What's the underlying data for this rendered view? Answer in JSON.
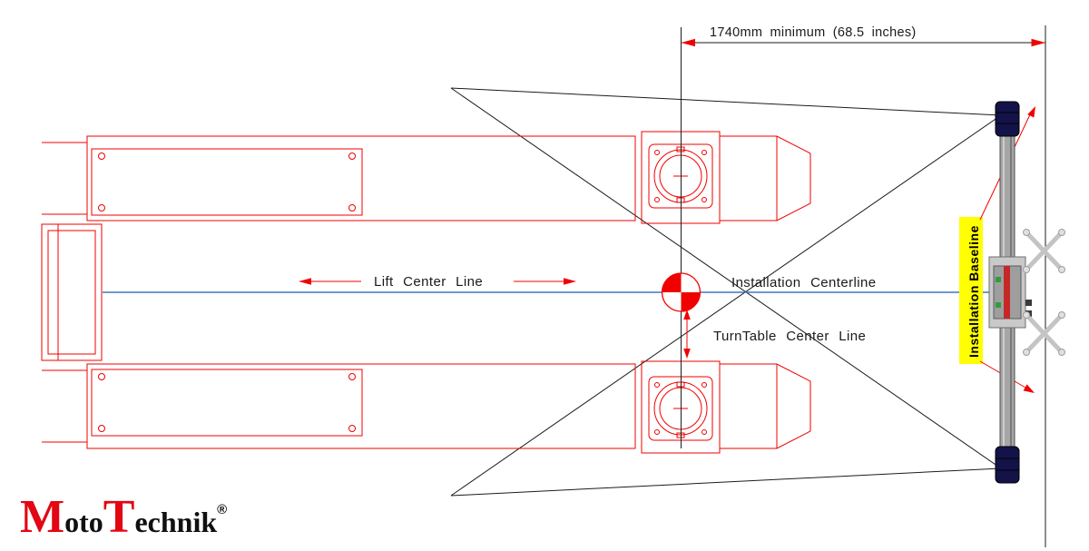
{
  "labels": {
    "dimension": "1740mm minimum (68.5 inches)",
    "lift_center_line": "Lift Center Line",
    "installation_centerline": "Installation Centerline",
    "turntable_center_line": "TurnTable Center Line",
    "installation_baseline": "Installation Baseline"
  },
  "logo": {
    "m": "M",
    "oto": "oto",
    "t": "T",
    "echnik": "echnik",
    "registered": "®"
  },
  "colors": {
    "drawing_red": "#f10000",
    "centerline_blue": "#3a7abd",
    "baseline_highlight_yellow": "#ffff00",
    "beam_navy": "#13134a",
    "beam_gray": "#a6a6a6",
    "logo_red": "#e30613",
    "line_black": "#1c1c1c"
  }
}
